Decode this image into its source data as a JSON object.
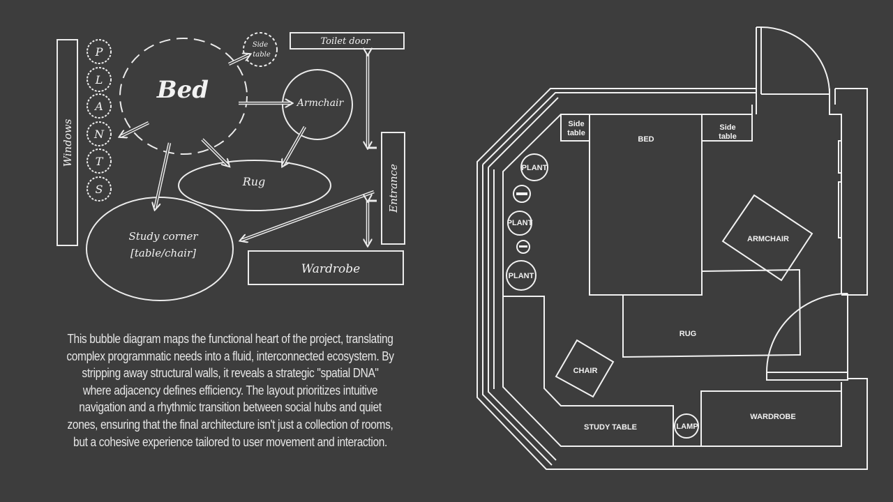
{
  "bubble_diagram": {
    "windows": "Windows",
    "plants_letters": [
      "P",
      "L",
      "A",
      "N",
      "T",
      "S"
    ],
    "bed": "Bed",
    "side_table_line1": "Side",
    "side_table_line2": "table",
    "toilet_door": "Toilet door",
    "armchair": "Armchair",
    "rug": "Rug",
    "study_line1": "Study corner",
    "study_line2": "[table/chair]",
    "entrance": "Entrance",
    "wardrobe": "Wardrobe"
  },
  "description": {
    "lines": [
      "This bubble diagram maps the functional heart of the project, translating",
      "complex programmatic needs into a fluid, interconnected ecosystem. By",
      "stripping away structural walls, it reveals a strategic \"spatial DNA\"",
      "where adjacency defines efficiency. The layout prioritizes intuitive",
      "navigation and a rhythmic transition between social hubs and quiet",
      "zones, ensuring that the final architecture isn't just a collection of rooms,",
      "but a cohesive experience tailored to user movement and interaction."
    ]
  },
  "floor_plan": {
    "side_table_left_1": "Side",
    "side_table_left_2": "table",
    "side_table_right_1": "Side",
    "side_table_right_2": "table",
    "bed": "BED",
    "plant_1": "PLANT",
    "plant_2": "PLANT",
    "plant_3": "PLANT",
    "armchair": "ARMCHAIR",
    "rug": "RUG",
    "chair": "CHAIR",
    "study_table": "STUDY TABLE",
    "lamp": "LAMP",
    "wardrobe": "WARDROBE"
  },
  "colors": {
    "background": "#3d3d3d",
    "lines": "#f2f2f2"
  }
}
